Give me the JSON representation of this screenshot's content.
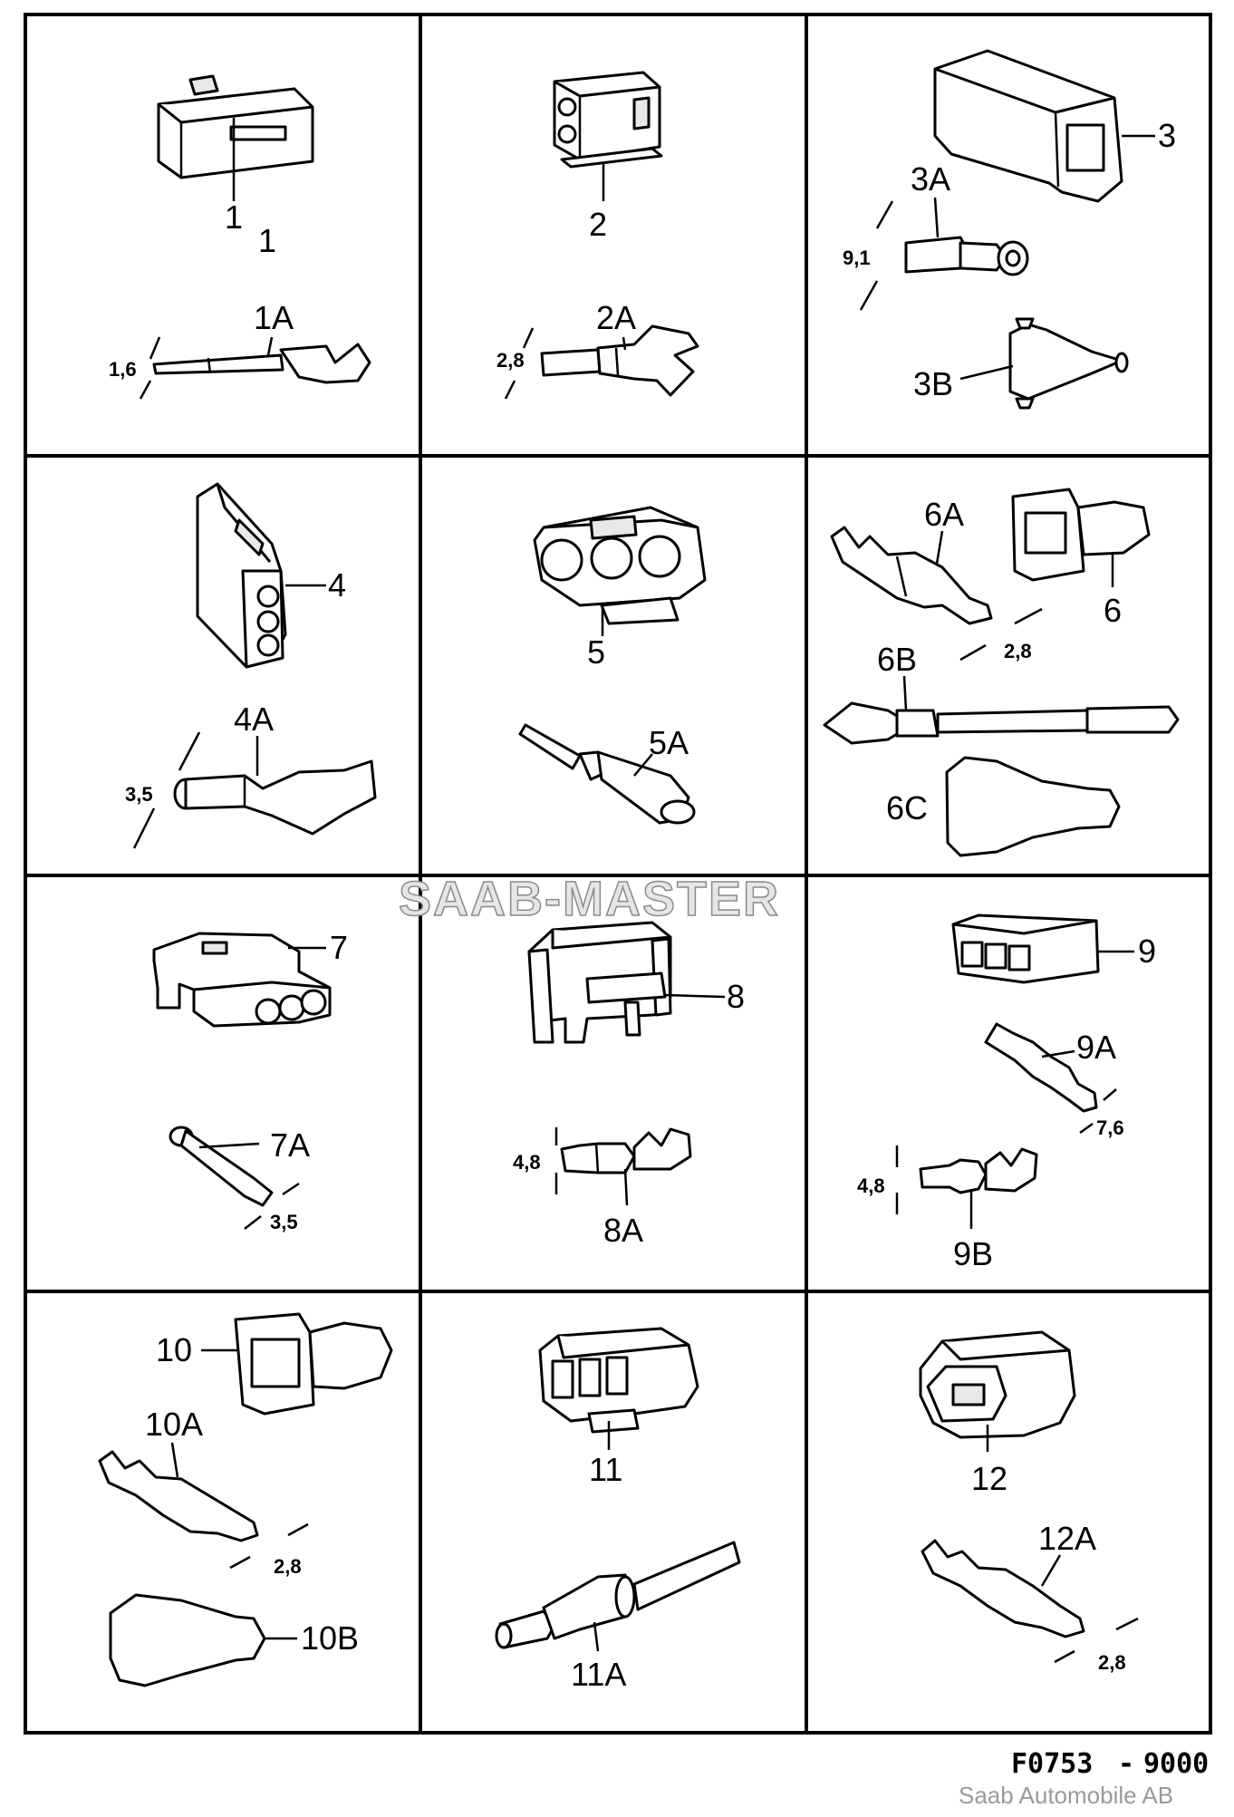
{
  "watermark": "SAAB-MASTER",
  "drawing_code": "F0753",
  "separator": "-",
  "model": "9000",
  "copyright": "Saab Automobile AB",
  "parts": {
    "p1": "1",
    "p1_pointer": "1",
    "p1a": "1A",
    "d1a": "1,6",
    "p2": "2",
    "p2a": "2A",
    "d2a": "2,8",
    "p3": "3",
    "p3a": "3A",
    "d3a": "9,1",
    "p3b": "3B",
    "p4": "4",
    "p4a": "4A",
    "d4a": "3,5",
    "p5": "5",
    "p5a": "5A",
    "p6": "6",
    "p6a": "6A",
    "d6a": "2,8",
    "p6b": "6B",
    "p6c": "6C",
    "p7": "7",
    "p7a": "7A",
    "d7a": "3,5",
    "p8": "8",
    "p8a": "8A",
    "d8a": "4,8",
    "p9": "9",
    "p9a": "9A",
    "d9a": "7,6",
    "p9b": "9B",
    "d9b": "4,8",
    "p10": "10",
    "p10a": "10A",
    "d10a": "2,8",
    "p10b": "10B",
    "p11": "11",
    "p11a": "11A",
    "p12": "12",
    "p12a": "12A",
    "d12a": "2,8"
  }
}
